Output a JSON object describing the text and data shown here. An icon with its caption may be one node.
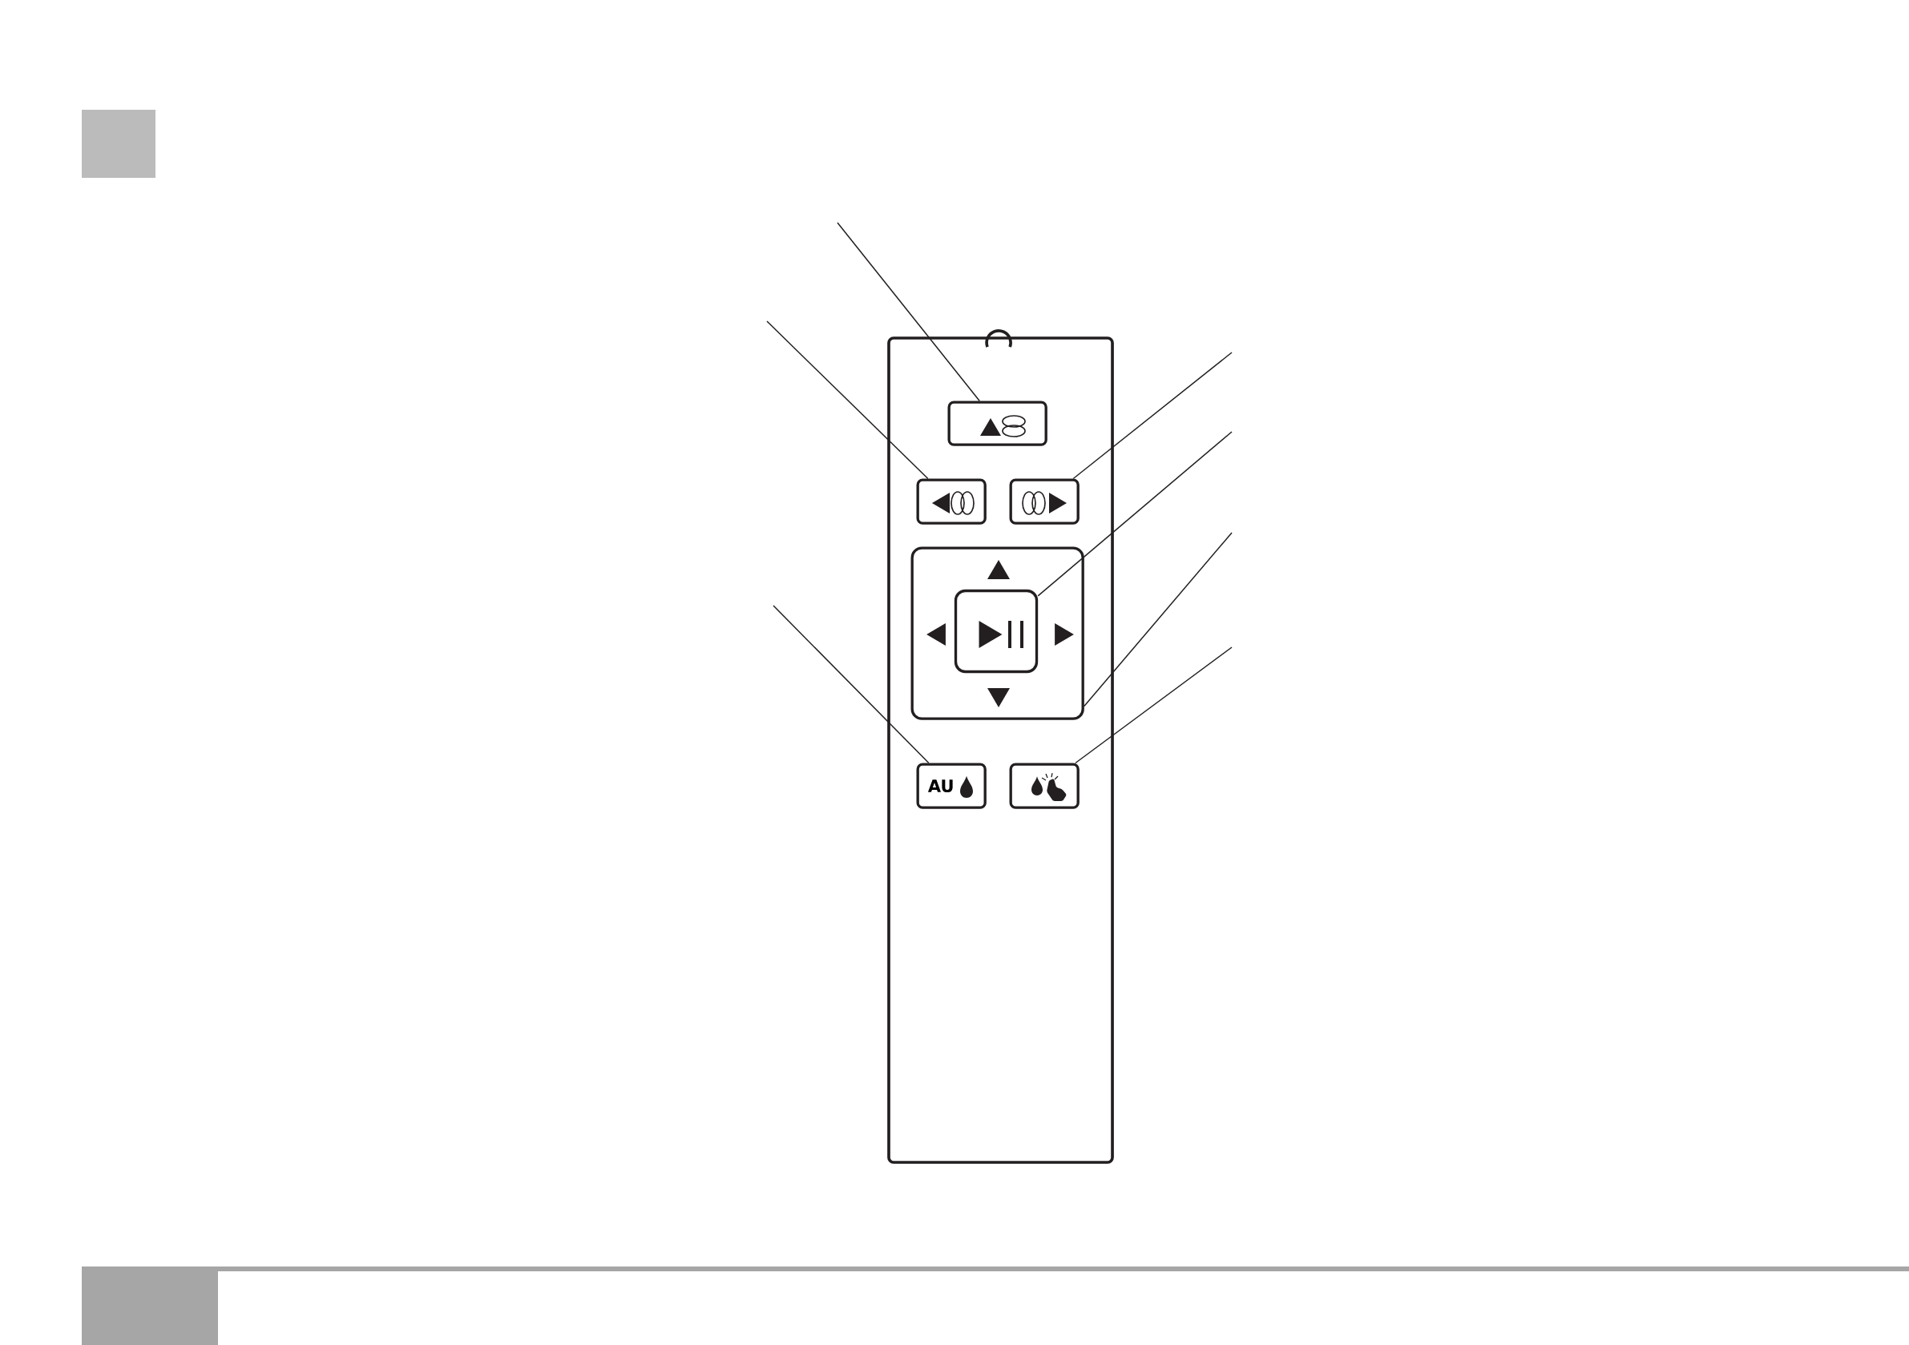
{
  "diagram": {
    "nodes": [
      {
        "text": [],
        "shape": "box"
      },
      {
        "text": [],
        "shape": "box",
        "in": 0
      },
      {
        "text": [],
        "shape": "box",
        "in": 0
      },
      {
        "text": [],
        "shape": "box",
        "in": 0
      },
      {
        "text": [],
        "shape": "box",
        "in": 0
      },
      {
        "text": [],
        "shape": "box",
        "in": 4
      },
      {
        "text": [
          "AU"
        ],
        "in": 0
      },
      {
        "text": [],
        "shape": "box",
        "in": 0
      }
    ],
    "edges": [
      {
        "from": null,
        "to": 1,
        "arrow": "none"
      },
      {
        "from": null,
        "to": 2,
        "arrow": "none"
      },
      {
        "from": null,
        "to": 3,
        "arrow": "none"
      },
      {
        "from": null,
        "to": 5,
        "arrow": "none"
      },
      {
        "from": null,
        "to": 4,
        "arrow": "none"
      },
      {
        "from": null,
        "to": 6,
        "arrow": "none"
      },
      {
        "from": null,
        "to": 7,
        "arrow": "none"
      }
    ]
  }
}
